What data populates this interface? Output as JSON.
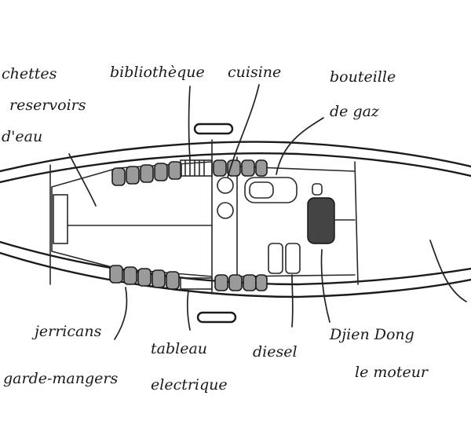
{
  "labels": {
    "couchettes": "chettes",
    "reservoirs": "reservoirs",
    "deau": "d'eau",
    "bibliotheque": "bibliothèque",
    "cuisine": "cuisine",
    "bouteille": "bouteille",
    "degaz": "de gaz",
    "jerricans": "jerricans",
    "gardemangers": "garde-mangers",
    "tableau": "tableau",
    "electrique": "electrique",
    "diesel": "diesel",
    "djiendong": "Djien Dong",
    "lemoteur": "le moteur"
  },
  "colors": {
    "ink": "#1b1b1b",
    "tank_fill": "#9a9a9a",
    "paper": "#ffffff"
  }
}
